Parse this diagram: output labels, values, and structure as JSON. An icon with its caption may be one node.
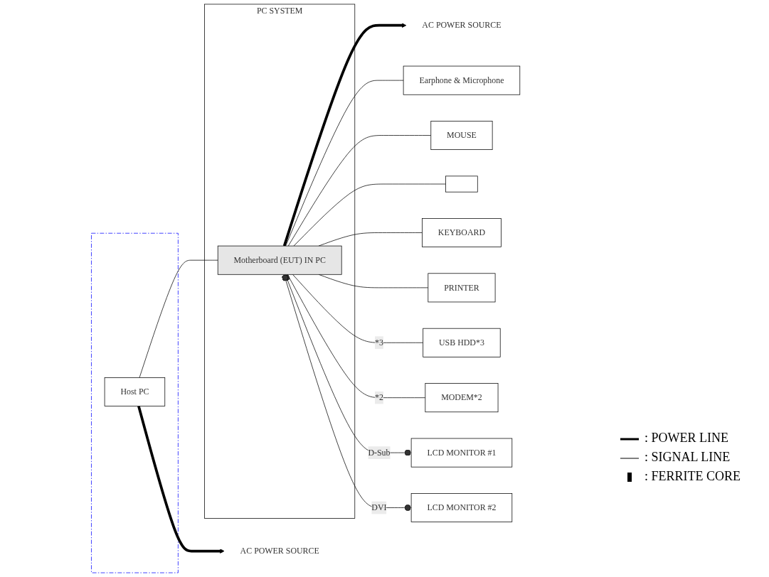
{
  "diagram": {
    "nodes": [
      {
        "text": [
          "PC SYSTEM"
        ]
      },
      {
        "text": [
          "Motherboard (EUT) IN PC"
        ],
        "in": 0
      },
      {
        "text": [
          "AC POWER SOURCE"
        ]
      },
      {
        "text": [],
        "shape": "box"
      },
      {
        "text": [
          "Host PC"
        ],
        "in": 3
      },
      {
        "text": [
          "AC POWER SOURCE"
        ]
      },
      {
        "text": [
          "Earphone & Microphone"
        ]
      },
      {
        "text": [
          "MOUSE"
        ]
      },
      {
        "text": [],
        "shape": "box"
      },
      {
        "text": [
          "KEYBOARD"
        ]
      },
      {
        "text": [
          "PRINTER"
        ]
      },
      {
        "text": [
          "USB HDD*3"
        ]
      },
      {
        "text": [
          "MODEM*2"
        ]
      },
      {
        "text": [
          "LCD MONITOR #1"
        ]
      },
      {
        "text": [
          "LCD MONITOR #2"
        ]
      }
    ],
    "edges": [
      {
        "from": 1,
        "to": 2,
        "arrow": "to",
        "style": "thick"
      },
      {
        "from": 4,
        "to": 1,
        "arrow": "none"
      },
      {
        "from": 4,
        "to": 5,
        "arrow": "to",
        "style": "thick"
      },
      {
        "from": 1,
        "to": 6,
        "arrow": "none"
      },
      {
        "from": 1,
        "to": 7,
        "arrow": "none"
      },
      {
        "from": 1,
        "to": 8,
        "arrow": "none"
      },
      {
        "from": 1,
        "to": 9,
        "arrow": "none"
      },
      {
        "from": 1,
        "to": 10,
        "arrow": "none"
      },
      {
        "from": 1,
        "to": 11,
        "arrow": "none",
        "label": "*3"
      },
      {
        "from": 1,
        "to": 12,
        "arrow": "none",
        "label": "*2"
      },
      {
        "from": 1,
        "to": 13,
        "arrow": "other",
        "label": "D-Sub"
      },
      {
        "from": 1,
        "to": 14,
        "arrow": "other",
        "label": "DVI"
      }
    ],
    "legend": [
      {
        "text": ": POWER LINE"
      },
      {
        "text": ": SIGNAL LINE"
      },
      {
        "text": ": FERRITE CORE"
      }
    ]
  }
}
